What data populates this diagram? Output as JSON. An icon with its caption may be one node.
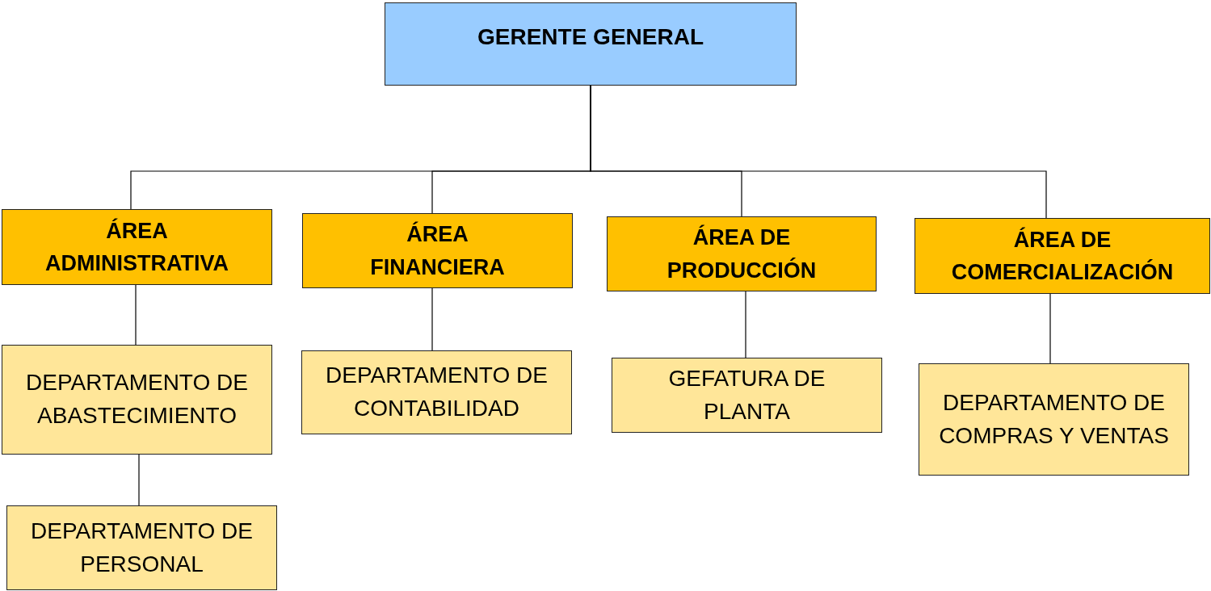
{
  "diagram": {
    "nodes": [
      {
        "text": [
          "GERENTE GENERAL"
        ]
      },
      {
        "text": [
          "ÁREA ADMINISTRATIVA"
        ]
      },
      {
        "text": [
          "ÁREA FINANCIERA"
        ]
      },
      {
        "text": [
          "ÁREA DE PRODUCCIÓN"
        ]
      },
      {
        "text": [
          "ÁREA DE COMERCIALIZACIÓN"
        ]
      },
      {
        "text": [
          "DEPARTAMENTO DE ABASTECIMIENTO"
        ]
      },
      {
        "text": [
          "DEPARTAMENTO DE PERSONAL"
        ]
      },
      {
        "text": [
          "DEPARTAMENTO DE CONTABILIDAD"
        ]
      },
      {
        "text": [
          "GEFATURA DE PLANTA"
        ]
      },
      {
        "text": [
          "DEPARTAMENTO DE COMPRAS Y VENTAS"
        ]
      }
    ],
    "edges": [
      {
        "from": 0,
        "to": 1,
        "arrow": "none"
      },
      {
        "from": 0,
        "to": 2,
        "arrow": "none"
      },
      {
        "from": 0,
        "to": 3,
        "arrow": "none"
      },
      {
        "from": 0,
        "to": 4,
        "arrow": "none"
      },
      {
        "from": 1,
        "to": 5,
        "arrow": "none"
      },
      {
        "from": 5,
        "to": 6,
        "arrow": "none"
      },
      {
        "from": 2,
        "to": 7,
        "arrow": "none"
      },
      {
        "from": 3,
        "to": 8,
        "arrow": "none"
      },
      {
        "from": 4,
        "to": 9,
        "arrow": "none"
      }
    ]
  }
}
